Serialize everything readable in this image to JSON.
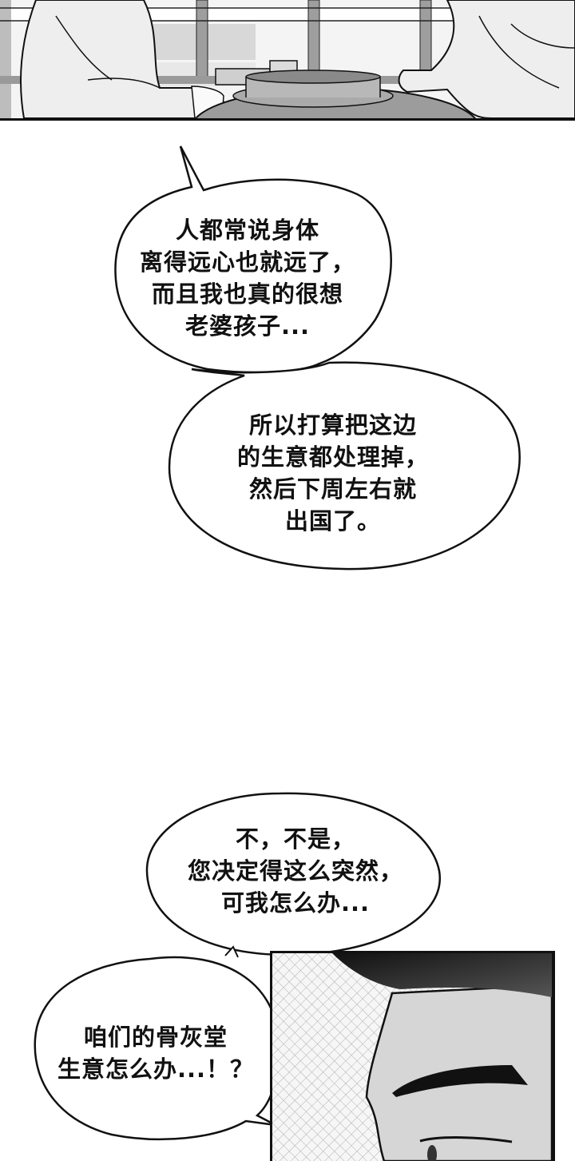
{
  "page": {
    "type": "manhua-strip",
    "background": "#ffffff",
    "ink": "#111111"
  },
  "panels": [
    {
      "id": "top",
      "description": "two men at a round table with a pot, window behind",
      "tone": "#f2f2f2"
    },
    {
      "id": "face",
      "description": "close-up of man's face with eyebrow and eye, dark hair",
      "tone": "#d6d6d6"
    }
  ],
  "bubbles": [
    {
      "id": "bubble-1",
      "lines": [
        "人都常说身体",
        "离得远心也就远了，",
        "而且我也真的很想",
        "老婆孩子..."
      ]
    },
    {
      "id": "bubble-2",
      "lines": [
        "所以打算把这边",
        "的生意都处理掉，",
        "然后下周左右就",
        "出国了。"
      ]
    },
    {
      "id": "bubble-3",
      "lines": [
        "不，不是，",
        "您决定得这么突然，",
        "可我怎么办..."
      ]
    },
    {
      "id": "bubble-4",
      "lines": [
        "咱们的骨灰堂",
        "生意怎么办...！？"
      ]
    }
  ]
}
